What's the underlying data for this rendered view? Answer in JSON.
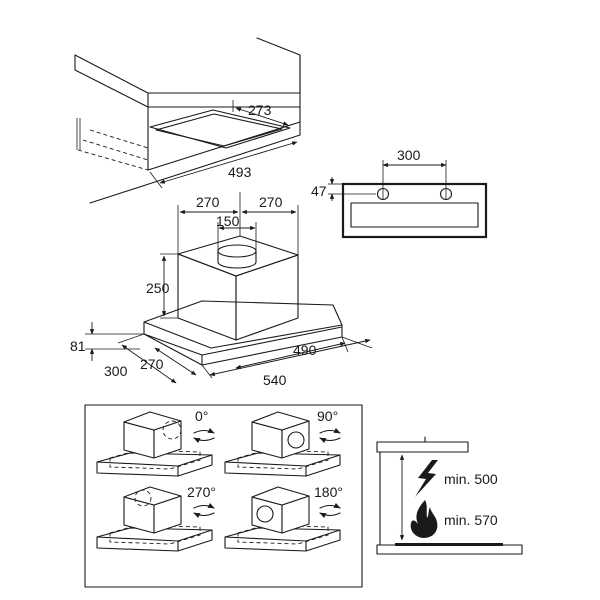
{
  "cabinet": {
    "dim_depth": "273",
    "dim_width": "493"
  },
  "wall_plate": {
    "dim_hole_spacing": "300",
    "dim_height": "47"
  },
  "hood": {
    "dim_left": "270",
    "dim_right": "270",
    "dim_outlet": "150",
    "dim_height": "250",
    "dim_base_height": "81",
    "dim_front_depth": "300",
    "dim_side_depth": "270",
    "dim_body_width": "490",
    "dim_total_width": "540"
  },
  "rotations": {
    "r0": "0°",
    "r90": "90°",
    "r270": "270°",
    "r180": "180°"
  },
  "clearance": {
    "electric": "min. 500",
    "gas": "min. 570"
  },
  "icons": [
    "rotate-arrows-icon",
    "lightning-icon",
    "flame-icon"
  ]
}
